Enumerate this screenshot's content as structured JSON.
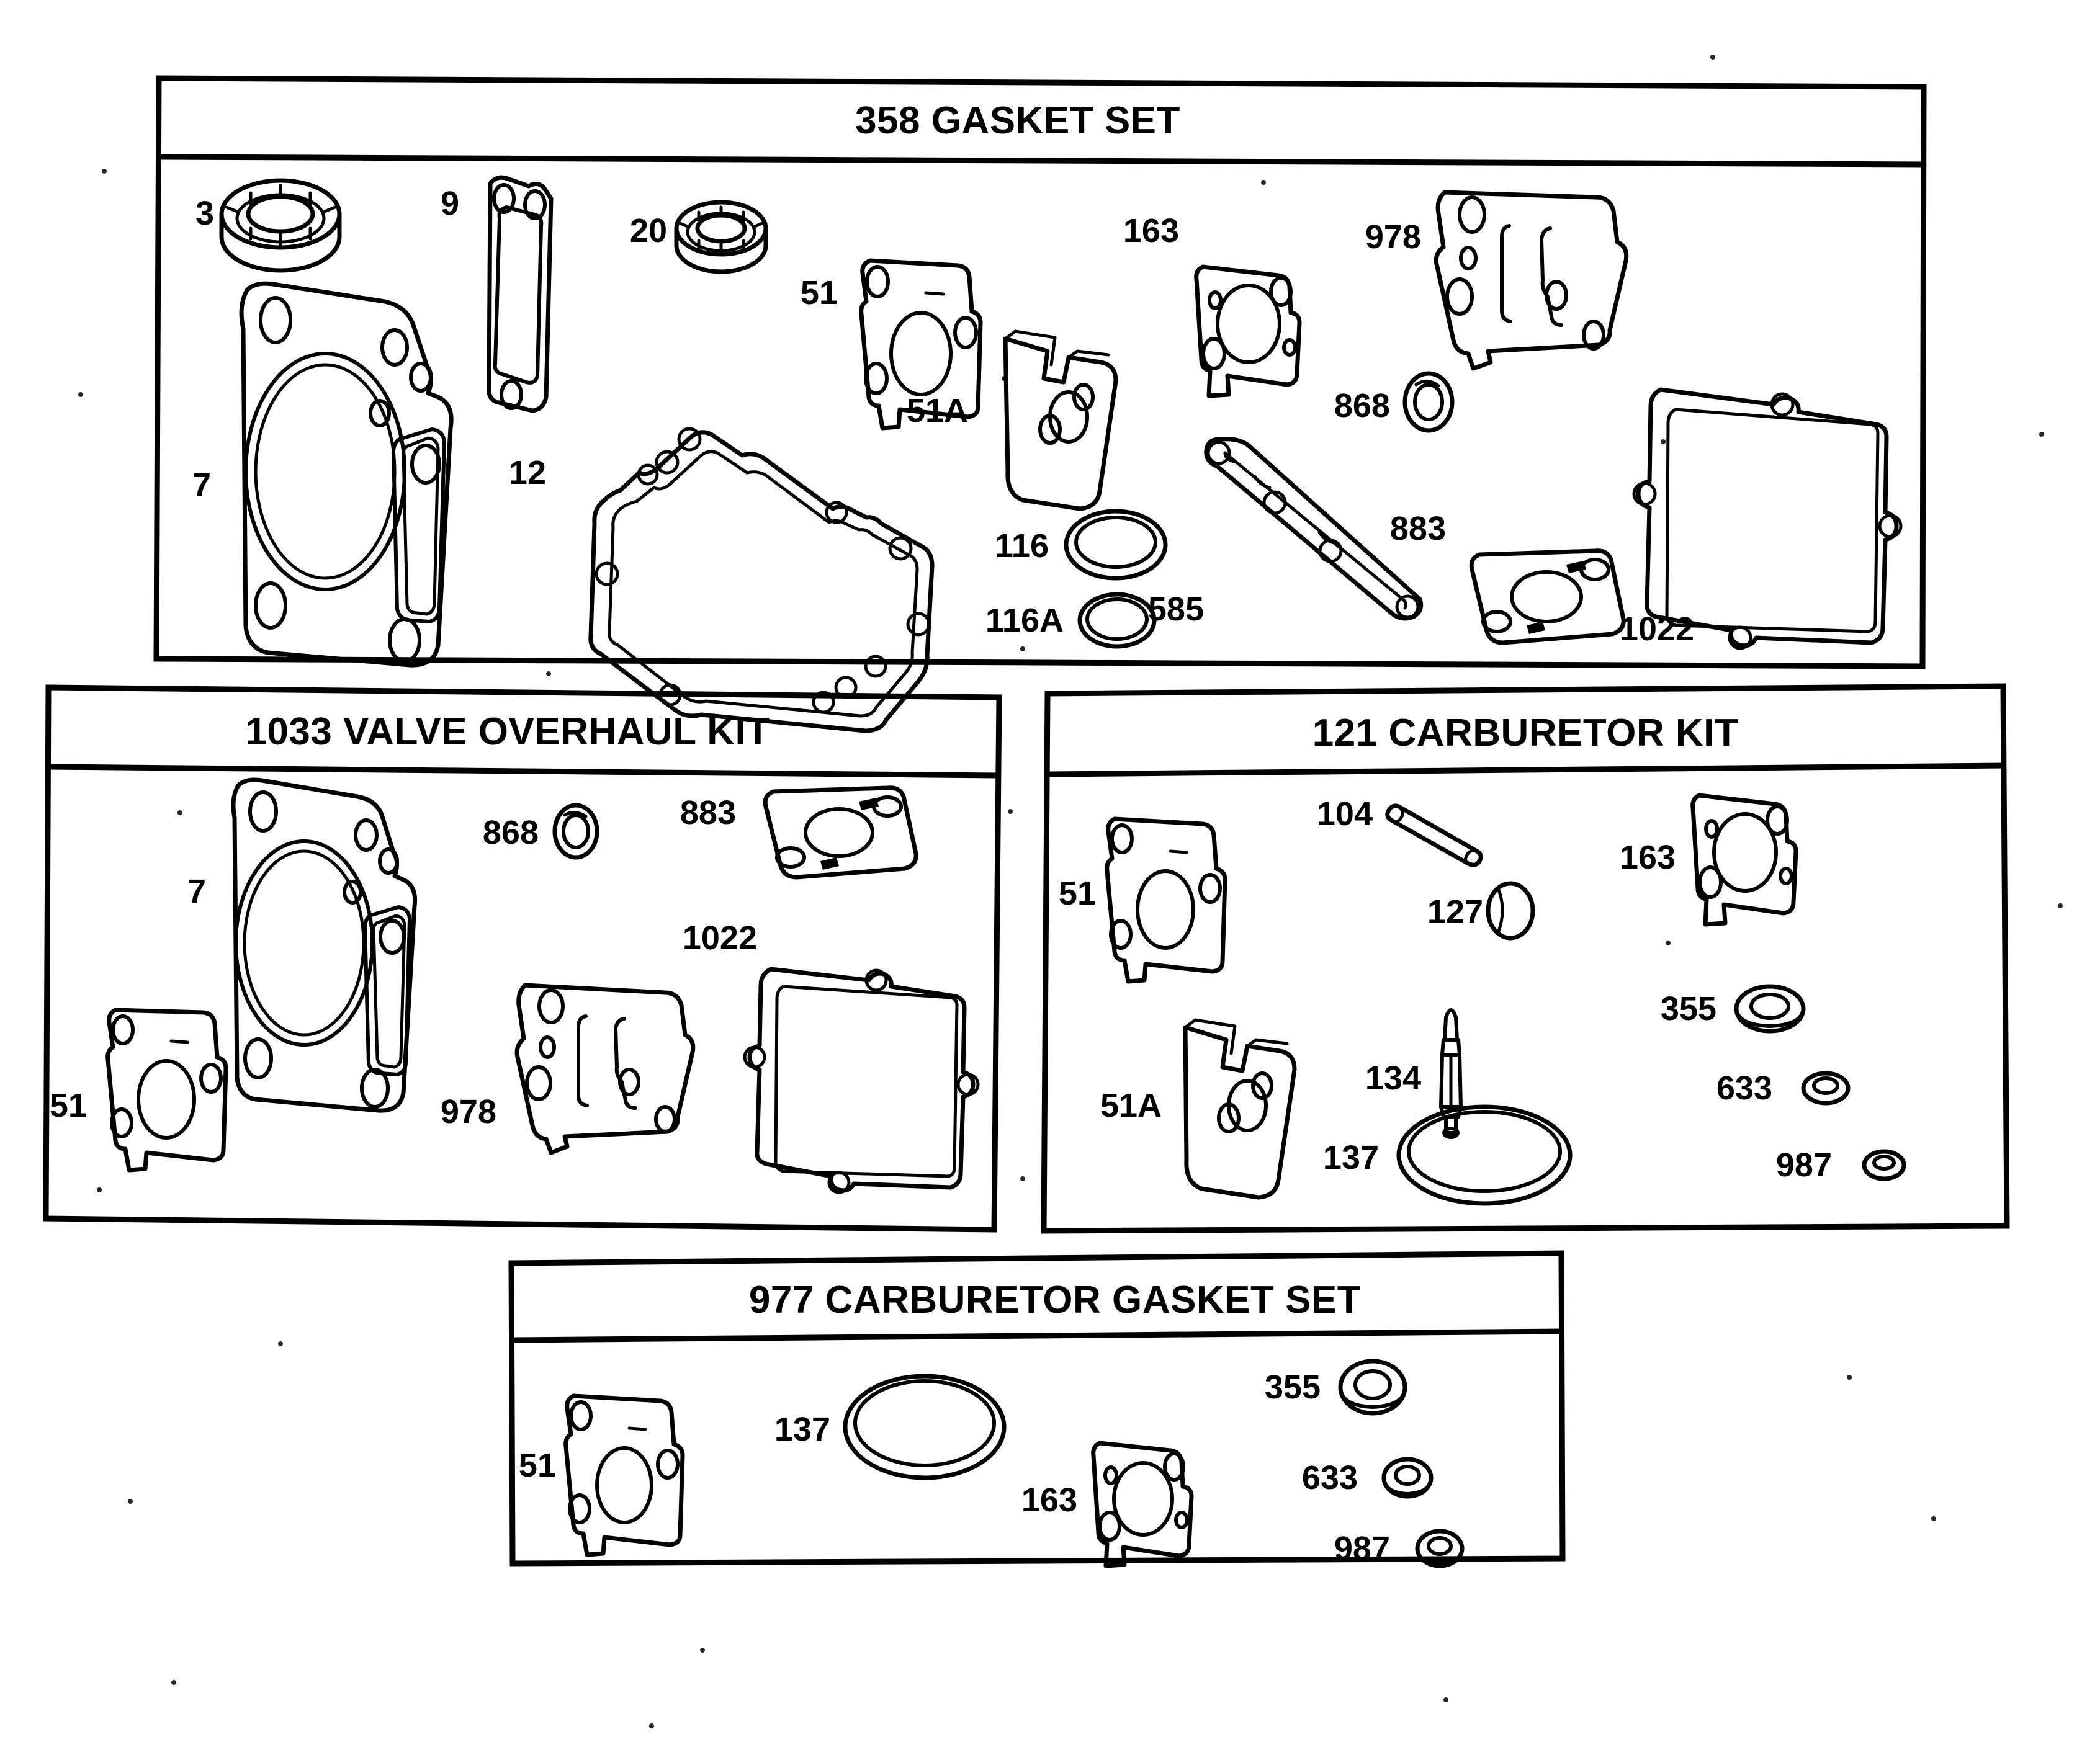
{
  "document": {
    "type": "parts-exploded-diagram",
    "subject": "Engine gasket sets and repair kits"
  },
  "panels": [
    {
      "id": "gasket-set",
      "title": "358 GASKET SET",
      "part_number": "358",
      "parts": [
        {
          "ref": "3",
          "name": "oil-seal-bearing",
          "label": "3"
        },
        {
          "ref": "9",
          "name": "valve-cover-gasket",
          "label": "9"
        },
        {
          "ref": "20",
          "name": "oil-seal-bearing-small",
          "label": "20"
        },
        {
          "ref": "51",
          "name": "carburetor-gasket",
          "label": "51"
        },
        {
          "ref": "163",
          "name": "intake-gasket",
          "label": "163"
        },
        {
          "ref": "978",
          "name": "rocker-cover-gasket",
          "label": "978"
        },
        {
          "ref": "7",
          "name": "cylinder-head-gasket",
          "label": "7"
        },
        {
          "ref": "12",
          "name": "crankcase-gasket",
          "label": "12"
        },
        {
          "ref": "51A",
          "name": "carburetor-body-gasket",
          "label": "51A"
        },
        {
          "ref": "868",
          "name": "valve-stem-seal",
          "label": "868"
        },
        {
          "ref": "883",
          "name": "intake-flange-gasket",
          "label": "883"
        },
        {
          "ref": "116",
          "name": "o-ring-large",
          "label": "116"
        },
        {
          "ref": "116A",
          "name": "o-ring-small",
          "label": "116A"
        },
        {
          "ref": "585",
          "name": "breather-tube-gasket",
          "label": "585"
        },
        {
          "ref": "1022",
          "name": "valve-cover-gasket-large",
          "label": "1022"
        }
      ]
    },
    {
      "id": "valve-overhaul-kit",
      "title": "1033 VALVE OVERHAUL KIT",
      "part_number": "1033",
      "parts": [
        {
          "ref": "7",
          "name": "cylinder-head-gasket",
          "label": "7"
        },
        {
          "ref": "868",
          "name": "valve-stem-seal",
          "label": "868"
        },
        {
          "ref": "883",
          "name": "intake-flange-gasket",
          "label": "883"
        },
        {
          "ref": "51",
          "name": "carburetor-gasket",
          "label": "51"
        },
        {
          "ref": "978",
          "name": "rocker-cover-gasket",
          "label": "978"
        },
        {
          "ref": "1022",
          "name": "valve-cover-gasket-large",
          "label": "1022"
        }
      ]
    },
    {
      "id": "carburetor-kit",
      "title": "121 CARBURETOR KIT",
      "part_number": "121",
      "parts": [
        {
          "ref": "51",
          "name": "carburetor-gasket",
          "label": "51"
        },
        {
          "ref": "104",
          "name": "float-hinge-pin",
          "label": "104"
        },
        {
          "ref": "163",
          "name": "intake-gasket",
          "label": "163"
        },
        {
          "ref": "127",
          "name": "welch-plug",
          "label": "127"
        },
        {
          "ref": "51A",
          "name": "carburetor-body-gasket",
          "label": "51A"
        },
        {
          "ref": "134",
          "name": "inlet-needle-valve",
          "label": "134"
        },
        {
          "ref": "355",
          "name": "washer-large",
          "label": "355"
        },
        {
          "ref": "633",
          "name": "washer-medium",
          "label": "633"
        },
        {
          "ref": "137",
          "name": "float-bowl-o-ring",
          "label": "137"
        },
        {
          "ref": "987",
          "name": "washer-small",
          "label": "987"
        }
      ]
    },
    {
      "id": "carburetor-gasket-set",
      "title": "977 CARBURETOR  GASKET SET",
      "part_number": "977",
      "parts": [
        {
          "ref": "51",
          "name": "carburetor-gasket",
          "label": "51"
        },
        {
          "ref": "137",
          "name": "float-bowl-o-ring",
          "label": "137"
        },
        {
          "ref": "163",
          "name": "intake-gasket",
          "label": "163"
        },
        {
          "ref": "355",
          "name": "washer-large",
          "label": "355"
        },
        {
          "ref": "633",
          "name": "washer-medium",
          "label": "633"
        },
        {
          "ref": "987",
          "name": "washer-small",
          "label": "987"
        }
      ]
    }
  ],
  "colors": {
    "ink": "#000000",
    "paper": "#ffffff"
  }
}
